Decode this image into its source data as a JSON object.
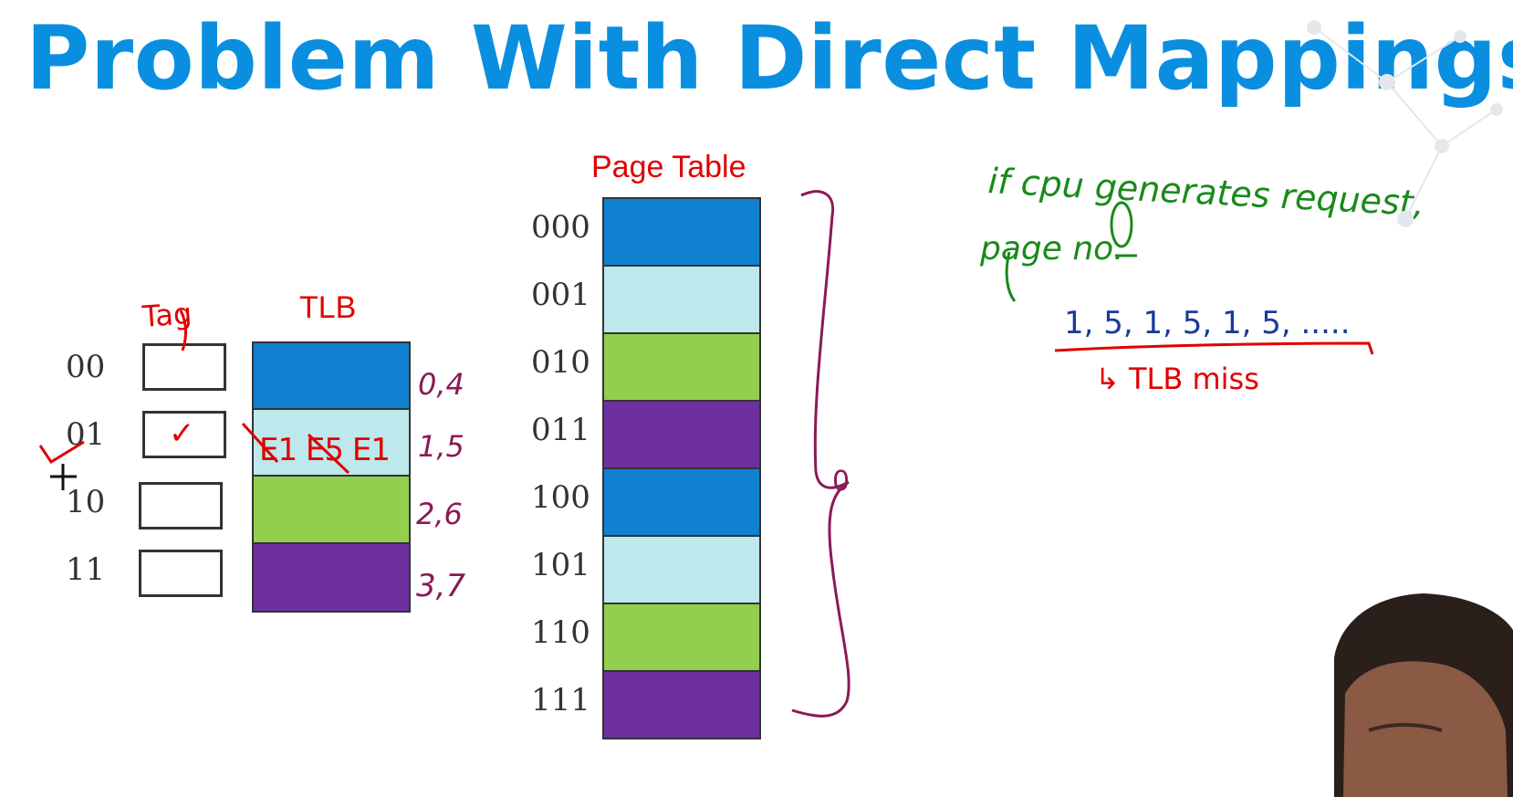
{
  "slide": {
    "title": "Problem With Direct Mappings"
  },
  "tlb": {
    "label": "TLB",
    "tag_label": "Tag",
    "rows": [
      {
        "index": "00",
        "color": "#1080d0",
        "note": "0,4"
      },
      {
        "index": "01",
        "color": "#bde8ec",
        "note": "1,5",
        "tag_mark": "✓",
        "written": "E1 E5 E1"
      },
      {
        "index": "10",
        "color": "#92cf4e",
        "note": "2,6"
      },
      {
        "index": "11",
        "color": "#6e2fa0",
        "note": "3,7"
      }
    ]
  },
  "page_table": {
    "label": "Page Table",
    "rows": [
      {
        "index": "000",
        "color": "#1080d0"
      },
      {
        "index": "001",
        "color": "#bde8ec"
      },
      {
        "index": "010",
        "color": "#92cf4e"
      },
      {
        "index": "011",
        "color": "#6e2fa0"
      },
      {
        "index": "100",
        "color": "#1080d0"
      },
      {
        "index": "101",
        "color": "#bde8ec"
      },
      {
        "index": "110",
        "color": "#92cf4e"
      },
      {
        "index": "111",
        "color": "#6e2fa0"
      }
    ],
    "brace_note": "0"
  },
  "notes": {
    "line1": "if cpu generates request,",
    "line2": "page no.",
    "sequence": "1, 5, 1, 5, 1, 5, .....",
    "result": "↳ TLB miss"
  },
  "colors": {
    "title": "#0a8fe0",
    "accent_red": "#e00000",
    "ink_purple": "#8a1a55",
    "ink_green": "#1a8a1a",
    "ink_blue": "#1a3a9a"
  }
}
